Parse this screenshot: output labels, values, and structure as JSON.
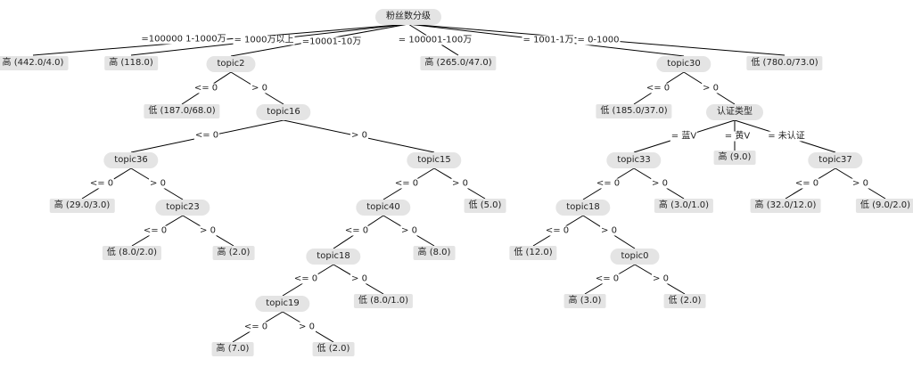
{
  "nodes": {
    "root": "粉丝数分级",
    "l1": "高 (442.0/4.0)",
    "l2": "高 (118.0)",
    "t2": "topic2",
    "l3": "高 (265.0/47.0)",
    "t30": "topic30",
    "l4": "低 (780.0/73.0)",
    "l5": "低 (187.0/68.0)",
    "t16": "topic16",
    "l6": "低 (185.0/37.0)",
    "rz": "认证类型",
    "t36": "topic36",
    "t15": "topic15",
    "t33": "topic33",
    "l7": "高 (9.0)",
    "t37": "topic37",
    "l8": "高 (29.0/3.0)",
    "t23": "topic23",
    "t40": "topic40",
    "l9": "低 (5.0)",
    "t18b": "topic18",
    "l10": "高 (3.0/1.0)",
    "l11": "高 (32.0/12.0)",
    "l12": "低 (9.0/2.0)",
    "l13": "低 (8.0/2.0)",
    "l14": "高 (2.0)",
    "t18a": "topic18",
    "l15": "高 (8.0)",
    "l16": "低 (12.0)",
    "t0": "topic0",
    "t19": "topic19",
    "l17": "低 (8.0/1.0)",
    "l18": "高 (3.0)",
    "l19": "低 (2.0)",
    "l20": "高 (7.0)",
    "l21": "低 (2.0)"
  },
  "edge_labels": {
    "root_l1": "=100000 1-1000万",
    "root_l2": "= 1000万以上",
    "root_t2": "=10001-10万",
    "root_l3": "= 100001-100万",
    "root_t30": "= 1001-1万",
    "root_l4": "= 0-1000",
    "t2_l5": "<= 0",
    "t2_t16": "> 0",
    "t30_l6": "<= 0",
    "t30_rz": "> 0",
    "t16_t36": "<= 0",
    "t16_t15": "> 0",
    "rz_t33": "= 蓝V",
    "rz_l7": "= 黄V",
    "rz_t37": "= 未认证",
    "t36_l8": "<= 0",
    "t36_t23": "> 0",
    "t15_t40": "<= 0",
    "t15_l9": "> 0",
    "t33_t18b": "<= 0",
    "t33_l10": "> 0",
    "t37_l11": "<= 0",
    "t37_l12": "> 0",
    "t23_l13": "<= 0",
    "t23_l14": "> 0",
    "t40_t18a": "<= 0",
    "t40_l15": "> 0",
    "t18b_l16": "<= 0",
    "t18b_t0": "> 0",
    "t18a_t19": "<= 0",
    "t18a_l17": "> 0",
    "t0_l18": "<= 0",
    "t0_l19": "> 0",
    "t19_l20": "<= 0",
    "t19_l21": "> 0"
  }
}
